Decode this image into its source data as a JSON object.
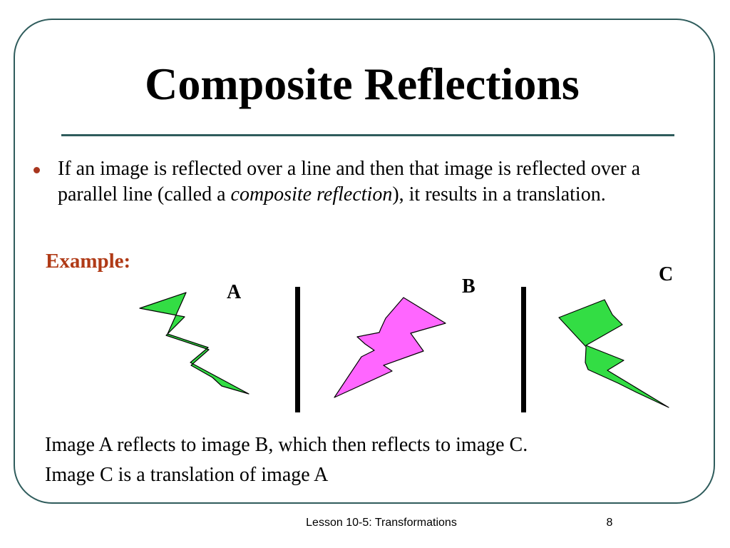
{
  "slide": {
    "title": "Composite Reflections",
    "bullet": {
      "text_before": "If an image is reflected over a line and then that image is reflected over a parallel line (called a ",
      "emphasis": "composite reflection",
      "text_after": "), it results in a translation."
    },
    "example_label": "Example:",
    "figure_labels": {
      "a": "A",
      "b": "B",
      "c": "C"
    },
    "captions": [
      "Image A reflects to image B, which then reflects to image C.",
      "Image C is a translation of image A"
    ],
    "footer": "Lesson 10-5: Transformations",
    "page_number": "8"
  },
  "colors": {
    "frame_border": "#2f5c5c",
    "bullet_dot": "#a8361e",
    "example_label": "#b03a16",
    "shape_a": "#33dd44",
    "shape_b": "#ff66ff",
    "shape_c": "#33dd44",
    "mirror_lines": "#000000"
  },
  "icons": {
    "shape_a": "lightning-bolt-icon",
    "shape_b": "lightning-bolt-icon",
    "shape_c": "lightning-bolt-icon"
  }
}
